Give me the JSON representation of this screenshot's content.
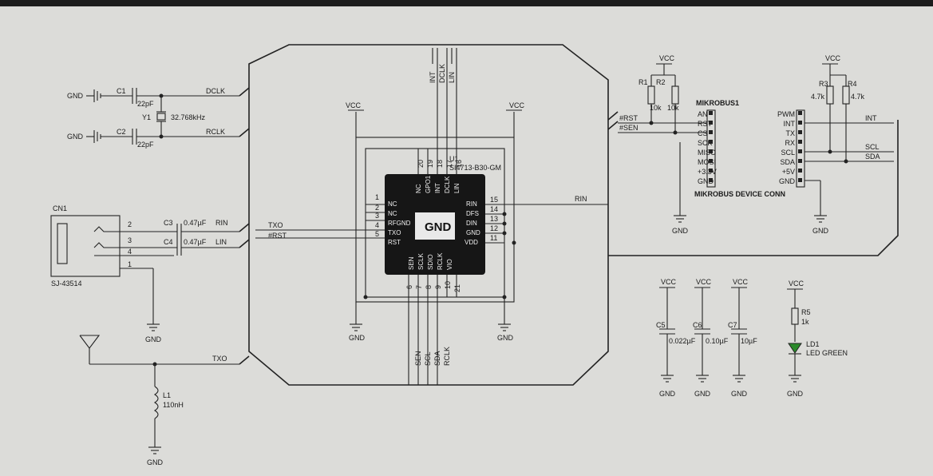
{
  "ic": {
    "ref": "U1",
    "part": "SI4713-B30-GM",
    "center": "GND",
    "left_pins": [
      {
        "num": "1",
        "name": "NC"
      },
      {
        "num": "2",
        "name": "NC"
      },
      {
        "num": "3",
        "name": "RFGND"
      },
      {
        "num": "4",
        "name": "TXO"
      },
      {
        "num": "5",
        "name": "RST"
      }
    ],
    "right_pins": [
      {
        "num": "15",
        "name": "RIN"
      },
      {
        "num": "14",
        "name": "DFS"
      },
      {
        "num": "13",
        "name": "DIN"
      },
      {
        "num": "12",
        "name": "GND"
      },
      {
        "num": "11",
        "name": "VDD"
      }
    ],
    "top_pins": [
      {
        "num": "20",
        "name": "NC"
      },
      {
        "num": "19",
        "name": "GPO1"
      },
      {
        "num": "18",
        "name": "INT"
      },
      {
        "num": "17",
        "name": "DCLK"
      },
      {
        "num": "16",
        "name": "LIN"
      }
    ],
    "bottom_pins": [
      {
        "num": "6",
        "name": "SEN"
      },
      {
        "num": "7",
        "name": "SCLK"
      },
      {
        "num": "8",
        "name": "SDIO"
      },
      {
        "num": "9",
        "name": "RCLK"
      },
      {
        "num": "10",
        "name": "VIO"
      },
      {
        "num": "21",
        "name": ""
      }
    ]
  },
  "nets": {
    "int": "INT",
    "dclk": "DCLK",
    "lin": "LIN",
    "rin_left": "RIN",
    "lin_left": "LIN",
    "rin_right": "RIN",
    "txo": "TXO",
    "txo2": "TXO",
    "rst": "#RST",
    "rst2": "#RST",
    "sen": "#SEN",
    "dclk_left": "DCLK",
    "rclk_left": "RCLK",
    "sen_b": "SEN",
    "scl_b": "SCL",
    "sda_b": "SDA",
    "rclk_b": "RCLK",
    "scl_r": "SCL",
    "sda_r": "SDA",
    "int_r": "INT",
    "vcc": "VCC",
    "gnd": "GND"
  },
  "components": {
    "c1": {
      "ref": "C1",
      "value": "22pF"
    },
    "c2": {
      "ref": "C2",
      "value": "22pF"
    },
    "y1": {
      "ref": "Y1",
      "value": "32.768kHz"
    },
    "c3": {
      "ref": "C3",
      "value": "0.47µF"
    },
    "c4": {
      "ref": "C4",
      "value": "0.47µF"
    },
    "cn1": {
      "ref": "CN1",
      "part": "SJ-43514",
      "pins": [
        "2",
        "3",
        "4",
        "1"
      ]
    },
    "l1": {
      "ref": "L1",
      "value": "110nH"
    },
    "r1": {
      "ref": "R1",
      "value": "10k"
    },
    "r2": {
      "ref": "R2",
      "value": "10k"
    },
    "r3": {
      "ref": "R3",
      "value": "4.7k"
    },
    "r4": {
      "ref": "R4",
      "value": "4.7k"
    },
    "r5": {
      "ref": "R5",
      "value": "1k"
    },
    "c5": {
      "ref": "C5",
      "value": "0.022µF"
    },
    "c6": {
      "ref": "C6",
      "value": "0.10µF"
    },
    "c7": {
      "ref": "C7",
      "value": "10µF"
    },
    "ld1": {
      "ref": "LD1",
      "value": "LED GREEN"
    }
  },
  "mikrobus": {
    "title": "MIKROBUS1",
    "footer": "MIKROBUS DEVICE CONN",
    "left": [
      "AN",
      "RST",
      "CS",
      "SCK",
      "MISO",
      "MOSI",
      "+3.3V",
      "GND"
    ],
    "right": [
      "PWM",
      "INT",
      "TX",
      "RX",
      "SCL",
      "SDA",
      "+5V",
      "GND"
    ]
  }
}
